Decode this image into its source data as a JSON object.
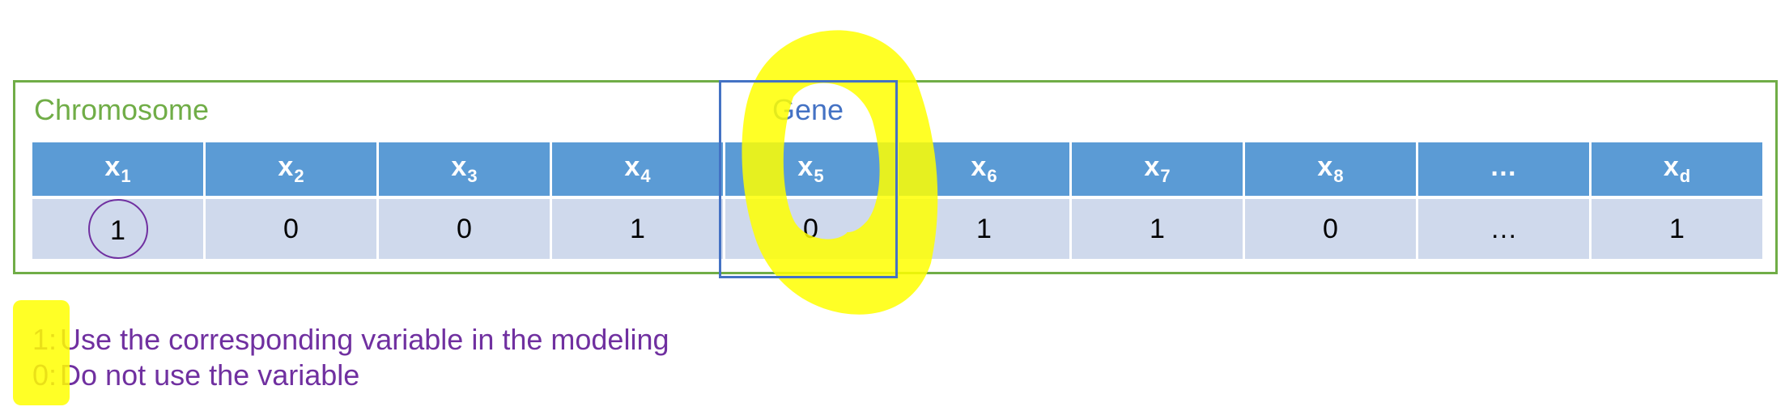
{
  "chromosome_label": "Chromosome",
  "gene_label": "Gene",
  "genes": [
    {
      "var": "x",
      "sub": "1",
      "value": "1"
    },
    {
      "var": "x",
      "sub": "2",
      "value": "0"
    },
    {
      "var": "x",
      "sub": "3",
      "value": "0"
    },
    {
      "var": "x",
      "sub": "4",
      "value": "1"
    },
    {
      "var": "x",
      "sub": "5",
      "value": "0"
    },
    {
      "var": "x",
      "sub": "6",
      "value": "1"
    },
    {
      "var": "x",
      "sub": "7",
      "value": "1"
    },
    {
      "var": "x",
      "sub": "8",
      "value": "0"
    },
    {
      "var": "…",
      "sub": "",
      "value": "…"
    },
    {
      "var": "x",
      "sub": "d",
      "value": "1"
    }
  ],
  "legend": [
    {
      "key": "1:",
      "text": "Use the corresponding variable in the modeling"
    },
    {
      "key": "0:",
      "text": "Do not use the variable"
    }
  ],
  "colors": {
    "chromosome": "#70ad47",
    "gene": "#4472c4",
    "header": "#5b9bd5",
    "cell": "#cfd9ec",
    "legend_text": "#7030a0",
    "highlight": "#ffff00"
  }
}
